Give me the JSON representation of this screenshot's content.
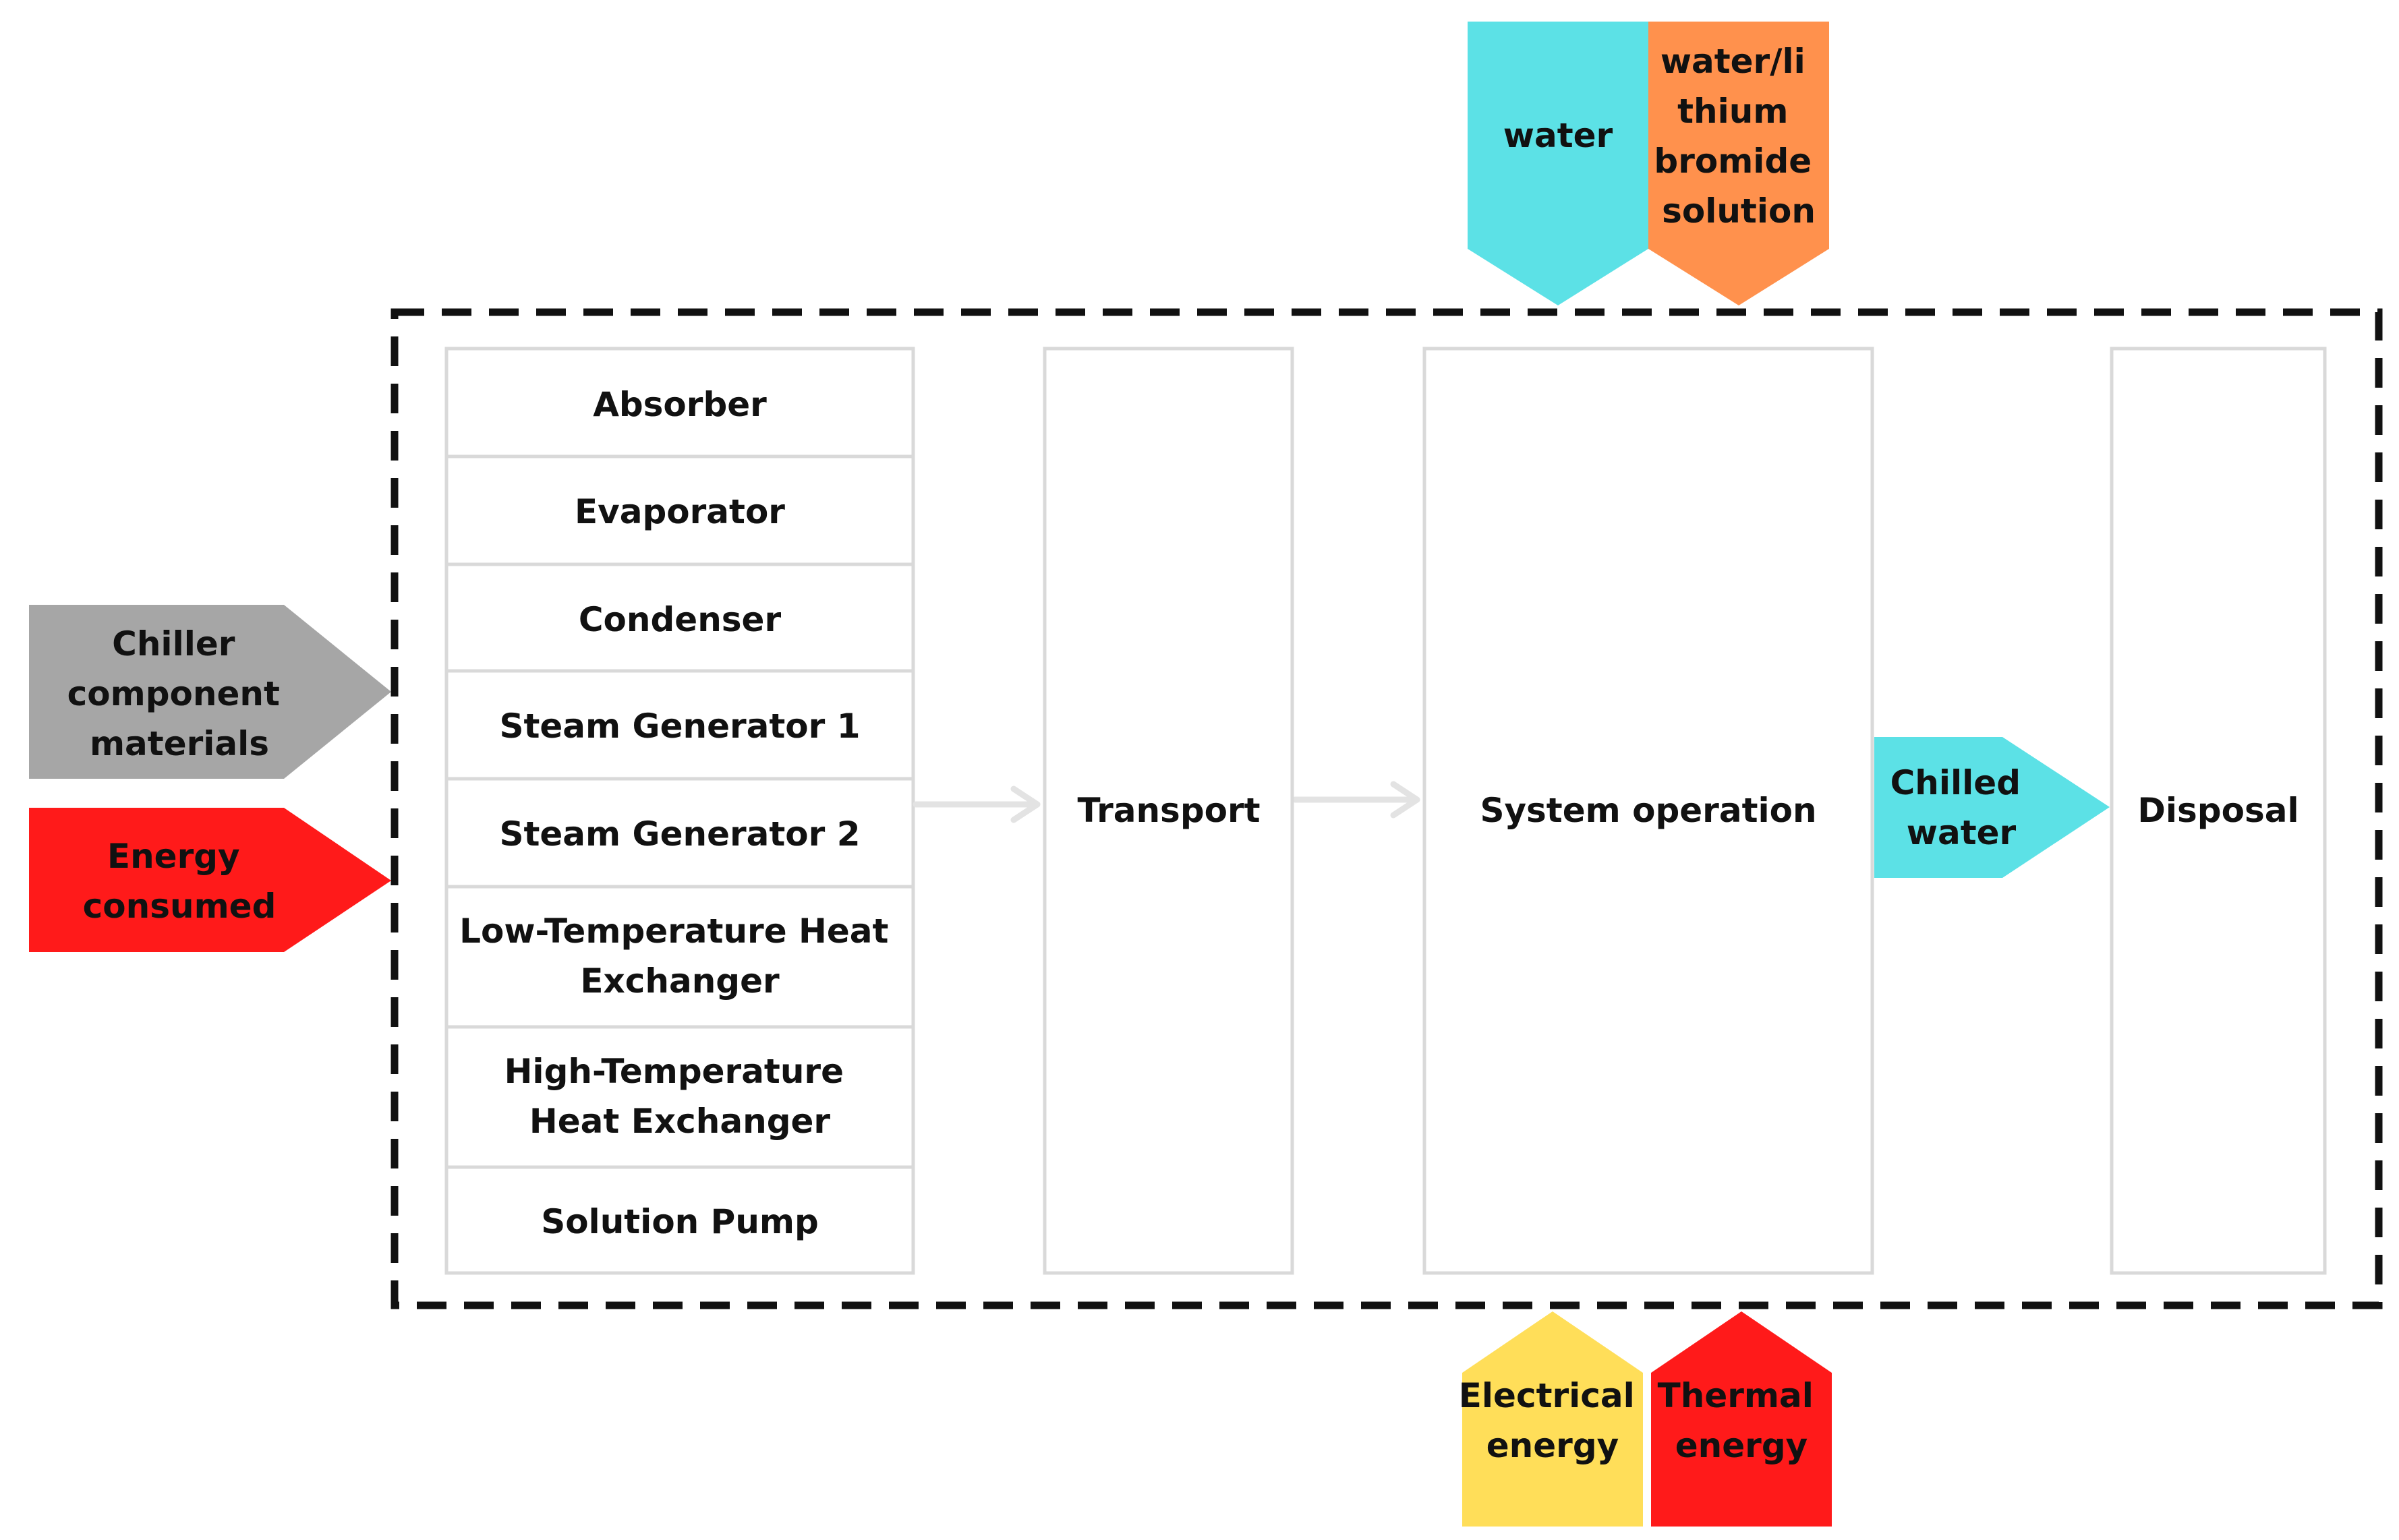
{
  "colors": {
    "box_border": "#d9d9d9",
    "arrow_grey": "#a6a6a6",
    "energy_red": "#ff1a1a",
    "water_cyan": "#5ce1e6",
    "solution_orange": "#ff914d",
    "electrical_yellow": "#ffde59",
    "connector_grey": "#e3e3e3",
    "boundary": "#111111"
  },
  "components": {
    "absorber": "Absorber",
    "evaporator": "Evaporator",
    "condenser": "Condenser",
    "steam_generator_1": "Steam Generator 1",
    "steam_generator_2": "Steam Generator 2",
    "low_temp_hx": [
      "Low-Temperature Heat",
      "Exchanger"
    ],
    "high_temp_hx": [
      "High-Temperature",
      "Heat Exchanger"
    ],
    "solution_pump": "Solution Pump"
  },
  "stages": {
    "transport": "Transport",
    "system_operation": "System operation",
    "disposal": "Disposal"
  },
  "inputs": {
    "chiller_materials": [
      "Chiller",
      "component",
      "materials"
    ],
    "energy_consumed": [
      "Energy",
      "consumed"
    ],
    "water": "water",
    "libr_solution": [
      "water/li",
      "thium",
      "bromide",
      "solution"
    ],
    "electrical_energy": [
      "Electrical",
      "energy"
    ],
    "thermal_energy": [
      "Thermal",
      "energy"
    ]
  },
  "outputs": {
    "chilled_water": [
      "Chilled",
      "water"
    ]
  }
}
